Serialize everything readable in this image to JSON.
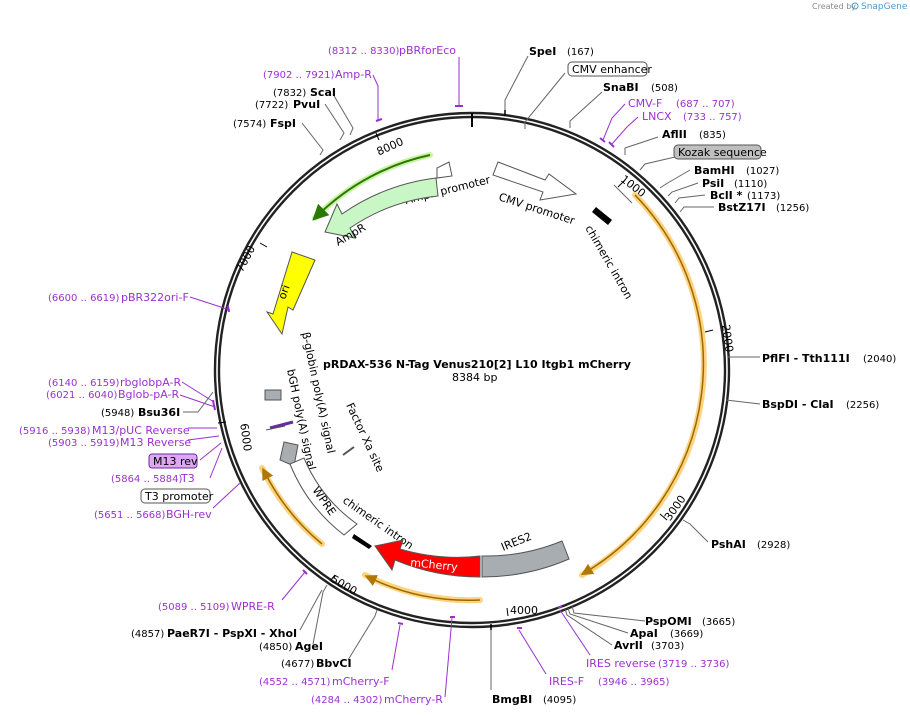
{
  "credit": {
    "created_by": "Created by",
    "brand": "SnapGene"
  },
  "title": {
    "name": "pRDAX-536    N-Tag Venus210[2] L10 Itgb1 mCherry",
    "length": "8384 bp"
  },
  "ticks": [
    "1000",
    "2000",
    "3000",
    "4000",
    "5000",
    "6000",
    "7000",
    "8000"
  ],
  "features": {
    "cmv_promoter": "CMV promoter",
    "chimeric_intron_top": "chimeric intron",
    "ampr_promoter": "AmpR promoter",
    "ampr": "AmpR",
    "ori": "ori",
    "bglobin_polyA": "β-globin poly(A) signal",
    "bgh_polyA": "bGH poly(A) signal",
    "factor_xa": "Factor Xa site",
    "wpre": "WPRE",
    "chimeric_intron_bottom": "chimeric intron",
    "mcherry": "mCherry",
    "ires2": "IRES2"
  },
  "boxed": {
    "cmv_enhancer": "CMV enhancer",
    "kozak": "Kozak sequence",
    "m13_rev": "M13 rev",
    "t3_promoter": "T3 promoter"
  },
  "enzymes": {
    "spei": {
      "name": "SpeI",
      "pos": "(167)"
    },
    "snabi": {
      "name": "SnaBI",
      "pos": "(508)"
    },
    "aflii": {
      "name": "AflII",
      "pos": "(835)"
    },
    "bamhi": {
      "name": "BamHI",
      "pos": "(1027)"
    },
    "psii": {
      "name": "PsiI",
      "pos": "(1110)"
    },
    "bcli": {
      "name": "BclI *",
      "pos": "(1173)"
    },
    "bstz17i": {
      "name": "BstZ17I",
      "pos": "(1256)"
    },
    "pflfi": {
      "name": "PflFI  - Tth111I",
      "pos": "(2040)"
    },
    "bspdi": {
      "name": "BspDI  - ClaI",
      "pos": "(2256)"
    },
    "pshai": {
      "name": "PshAI",
      "pos": "(2928)"
    },
    "pspomi": {
      "name": "PspOMI",
      "pos": "(3665)"
    },
    "apai": {
      "name": "ApaI",
      "pos": "(3669)"
    },
    "avrii": {
      "name": "AvrII",
      "pos": "(3703)"
    },
    "bmgbi": {
      "name": "BmgBI",
      "pos": "(4095)"
    },
    "bbvci": {
      "name": "BbvCI",
      "pos": "(4677)"
    },
    "agei": {
      "name": "AgeI",
      "pos": "(4850)"
    },
    "paer7i": {
      "name": "PaeR7I  - PspXI  - XhoI",
      "pos": "(4857)"
    },
    "bsu36i": {
      "name": "Bsu36I",
      "pos": "(5948)"
    },
    "fspi": {
      "name": "FspI",
      "pos": "(7574)"
    },
    "pvui": {
      "name": "PvuI",
      "pos": "(7722)"
    },
    "scai": {
      "name": "ScaI",
      "pos": "(7832)"
    }
  },
  "primers": {
    "pbrforeco": {
      "name": "pBRforEco",
      "pos": "(8312 .. 8330)"
    },
    "ampr_primer": {
      "name": "Amp-R",
      "pos": "(7902 .. 7921)"
    },
    "cmvf": {
      "name": "CMV-F",
      "pos": "(687 .. 707)"
    },
    "lncx": {
      "name": "LNCX",
      "pos": "(733 .. 757)"
    },
    "pbr322ori": {
      "name": "pBR322ori-F",
      "pos": "(6600 .. 6619)"
    },
    "rbglobpa": {
      "name": "rbglobpA-R",
      "pos": "(6140 .. 6159)"
    },
    "bglobpa": {
      "name": "Bglob-pA-R",
      "pos": "(6021 .. 6040)"
    },
    "m13puc": {
      "name": "M13/pUC Reverse",
      "pos": "(5916 .. 5938)"
    },
    "m13rev": {
      "name": "M13 Reverse",
      "pos": "(5903 .. 5919)"
    },
    "t3": {
      "name": "T3",
      "pos": "(5864 .. 5884)"
    },
    "bghrev": {
      "name": "BGH-rev",
      "pos": "(5651 .. 5668)"
    },
    "wprer": {
      "name": "WPRE-R",
      "pos": "(5089 .. 5109)"
    },
    "mcherryf": {
      "name": "mCherry-F",
      "pos": "(4552 .. 4571)"
    },
    "mcherryr": {
      "name": "mCherry-R",
      "pos": "(4284 .. 4302)"
    },
    "iresf": {
      "name": "IRES-F",
      "pos": "(3946 .. 3965)"
    },
    "iresrev": {
      "name": "IRES reverse",
      "pos": "(3719 .. 3736)"
    }
  },
  "colors": {
    "backbone": "#222222",
    "ampr": "#c8f7c5",
    "ori": "#ffff00",
    "mcherry": "#ff0000",
    "ires": "#a8adb2",
    "primer": "#9b30d0",
    "orf_fill": "#ffd27f",
    "orf_line": "#9a6a00",
    "green_orf": "#2a7a00"
  }
}
